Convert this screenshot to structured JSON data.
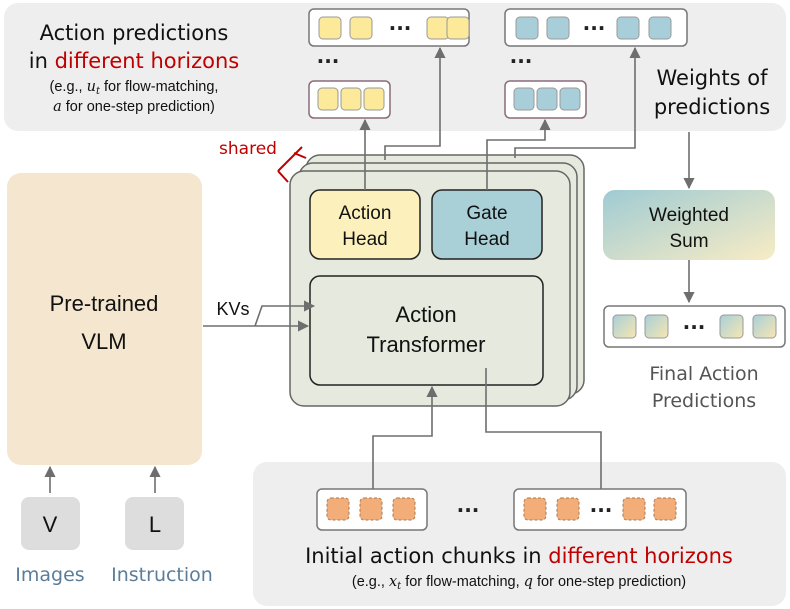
{
  "colors": {
    "accent_red": "#c00000",
    "panel_gray": "#eeeeee",
    "vlm_fill": "#f4e6cf",
    "stack_fill": "#e6e9de",
    "action_head_fill": "#fcf1bd",
    "gate_head_fill": "#a9cfd7",
    "yellow_cell": "#fce99a",
    "blue_cell": "#a8cfd9",
    "orange_cell": "#f2ad78",
    "input_box_fill": "#dddddd",
    "caption_blue": "#5b7d99"
  },
  "top_panel": {
    "title_line1": "Action predictions",
    "title_line2_prefix": "in ",
    "title_line2_highlight": "different horizons",
    "example_line1_prefix": "(e.g., ",
    "example_line1_var": "u",
    "example_line1_sub": "t",
    "example_line1_suffix": " for flow-matching,",
    "example_line2_var": "a",
    "example_line2_suffix": " for one-step prediction)",
    "weights_line1": "Weights of",
    "weights_line2": "predictions",
    "ellipsis": "···",
    "vertical_ellipsis": "···"
  },
  "left": {
    "vlm_line1": "Pre-trained",
    "vlm_line2": "VLM",
    "kvs_label": "KVs",
    "input_v": "V",
    "input_l": "L",
    "images_caption": "Images",
    "instruction_caption": "Instruction"
  },
  "center": {
    "shared_label": "shared",
    "action_head_line1": "Action",
    "action_head_line2": "Head",
    "gate_head_line1": "Gate",
    "gate_head_line2": "Head",
    "transformer_line1": "Action",
    "transformer_line2": "Transformer"
  },
  "right": {
    "weighted_line1": "Weighted",
    "weighted_line2": "Sum",
    "final_line1": "Final Action",
    "final_line2": "Predictions",
    "ellipsis": "···"
  },
  "bottom_panel": {
    "title_prefix": "Initial action chunks in ",
    "title_highlight": "different horizons",
    "example_prefix": "(e.g., ",
    "example_var1": "x",
    "example_sub1": "t",
    "example_mid": " for flow-matching, ",
    "example_var2": "q",
    "example_suffix": " for one-step prediction)",
    "ellipsis": "···"
  }
}
